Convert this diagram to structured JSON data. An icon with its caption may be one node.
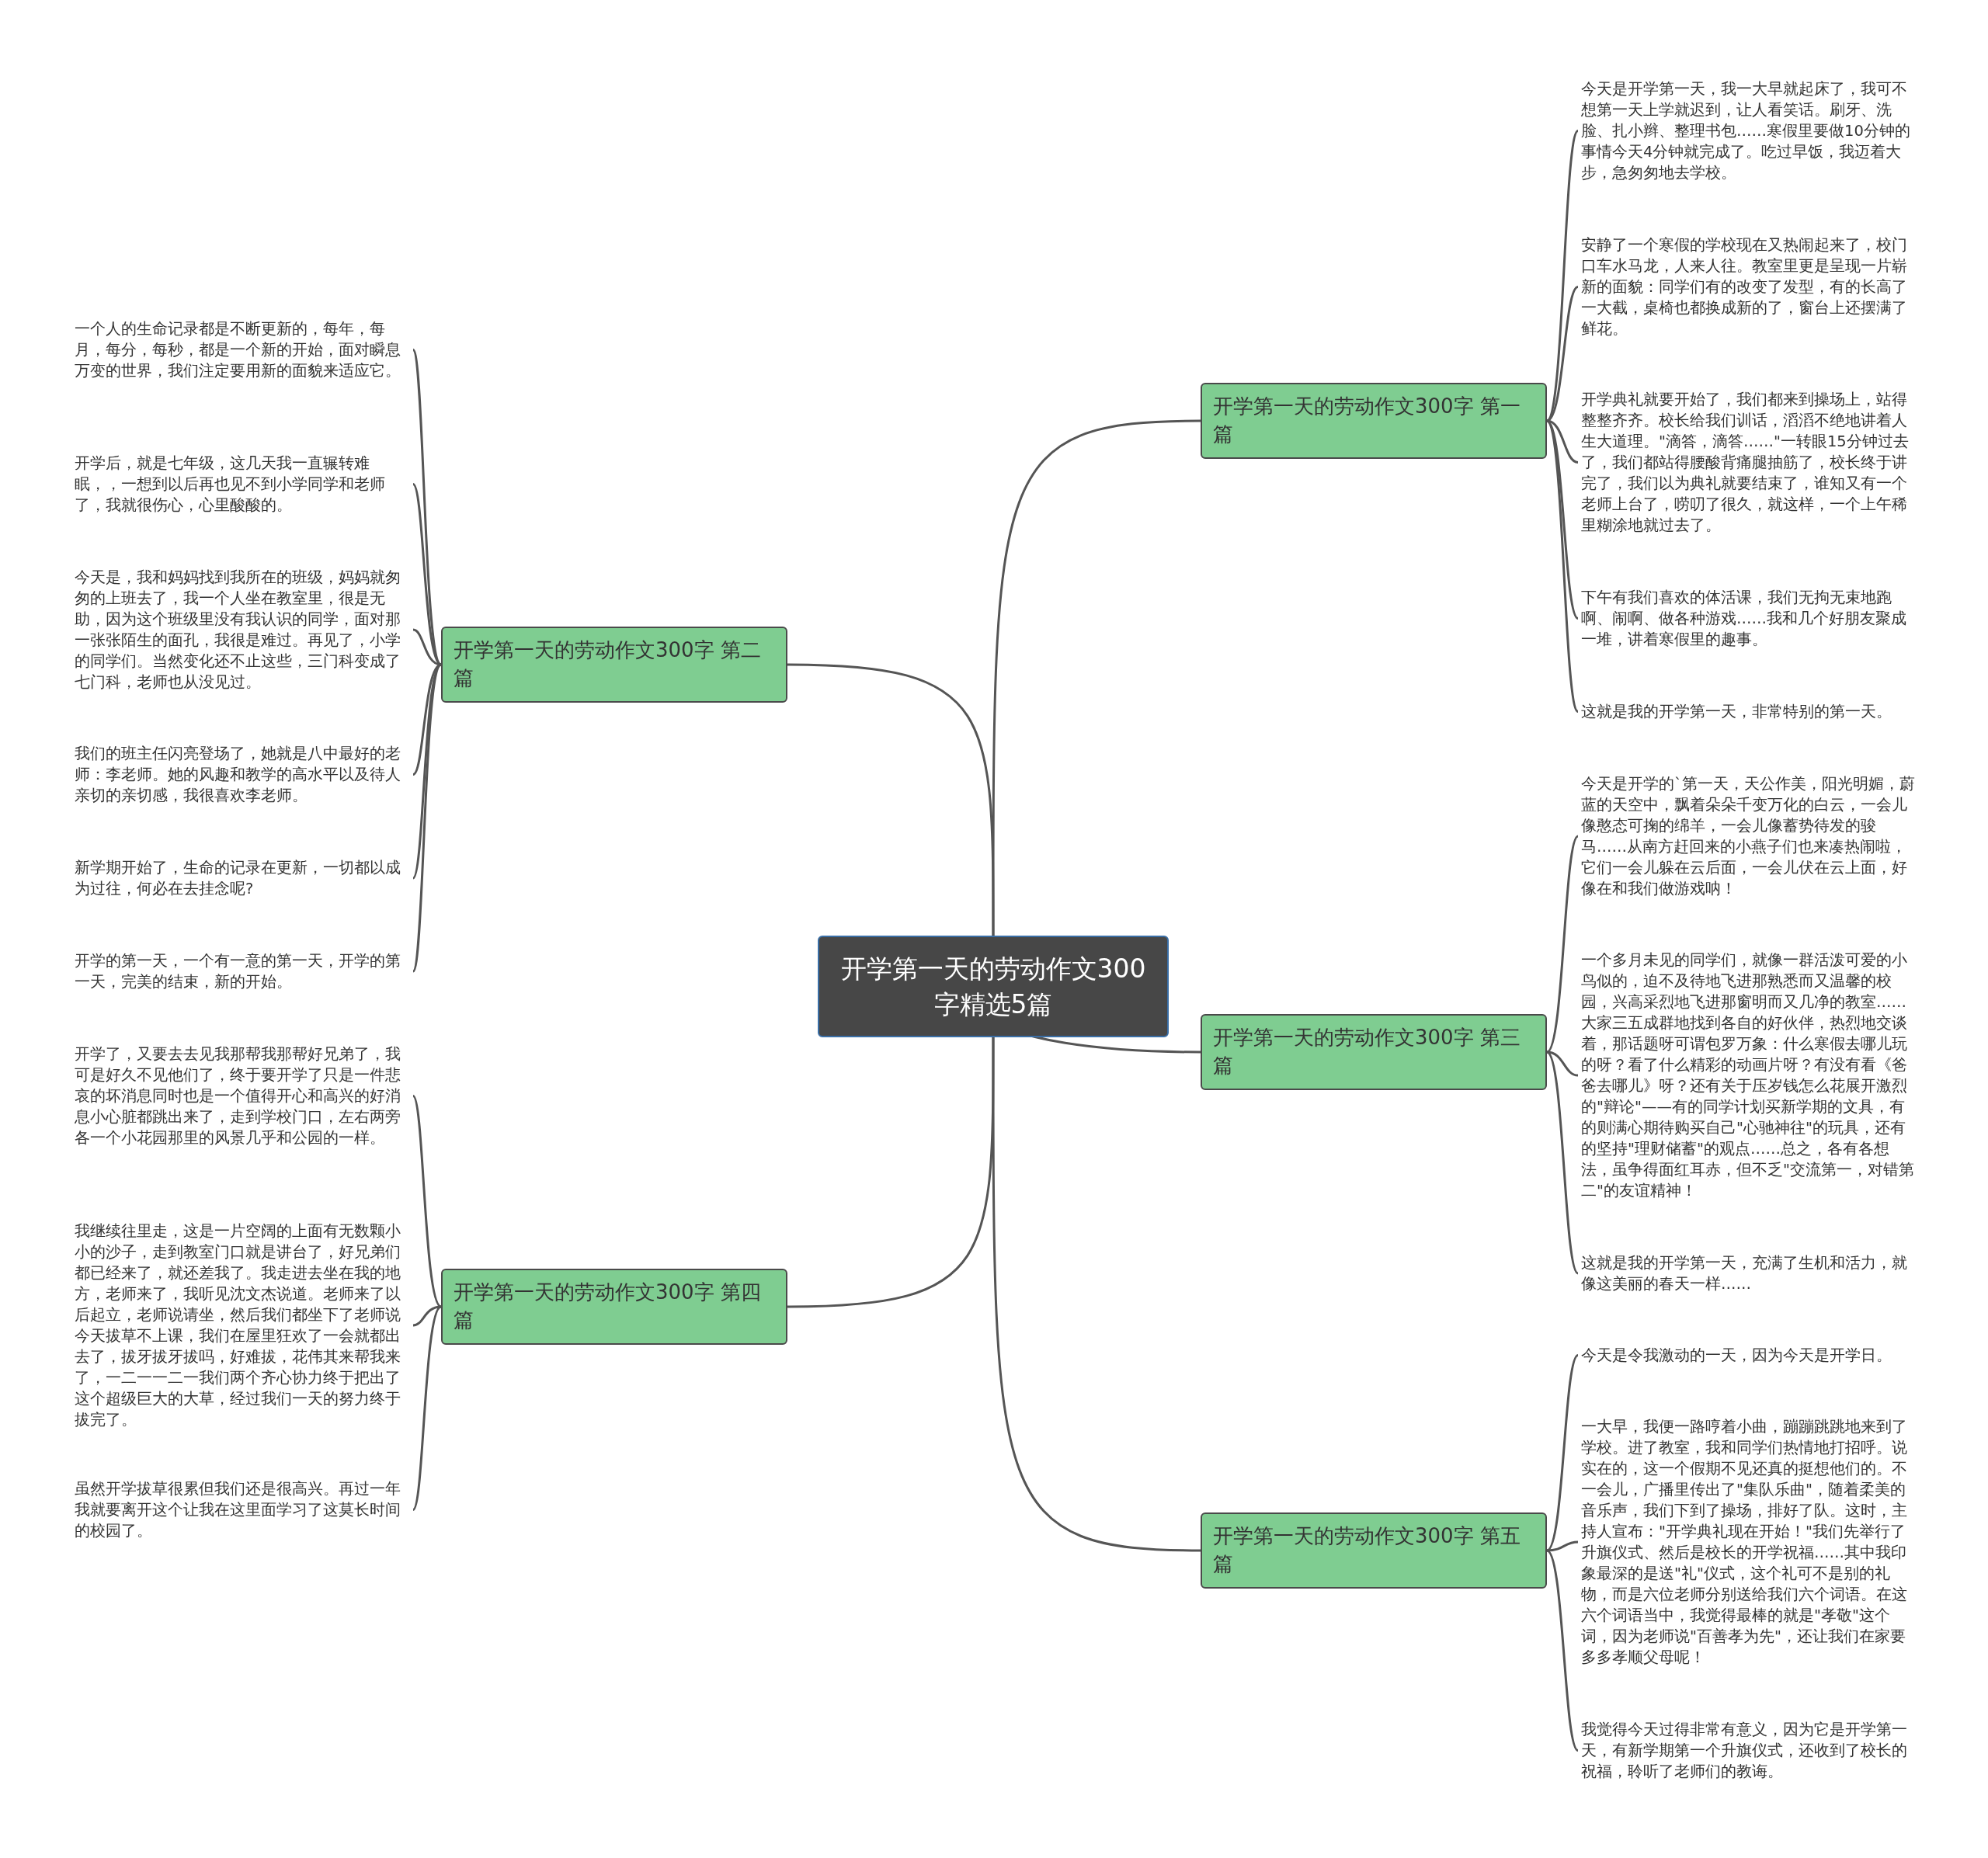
{
  "diagram": {
    "nodes": [
      {
        "text": [
          "开学第一天的劳动作文300字精选5篇"
        ]
      },
      {
        "text": [
          "开学第一天的劳动作文300字 第一篇"
        ]
      },
      {
        "text": [
          "今天是开学第一天，我一大早就起床了，我可不想第一天上学就迟到，让人看笑话。刷牙、洗脸、扎小辫、整理书包……寒假里要做10分钟的事情今天4分钟就完成了。吃过早饭，我迈着大步，急匆匆地去学校。"
        ]
      },
      {
        "text": [
          "安静了一个寒假的学校现在又热闹起来了，校门口车水马龙，人来人往。教室里更是呈现一片崭新的面貌：同学们有的改变了发型，有的长高了一大截，桌椅也都换成新的了，窗台上还摆满了鲜花。"
        ]
      },
      {
        "text": [
          "开学典礼就要开始了，我们都来到操场上，站得整整齐齐。校长给我们训话，滔滔不绝地讲着人生大道理。\"滴答，滴答……\"一转眼15分钟过去了，我们都站得腰酸背痛腿抽筋了，校长终于讲完了，我们以为典礼就要结束了，谁知又有一个老师上台了，唠叨了很久，就这样，一个上午稀里糊涂地就过去了。"
        ]
      },
      {
        "text": [
          "下午有我们喜欢的体活课，我们无拘无束地跑啊、闹啊、做各种游戏……我和几个好朋友聚成一堆，讲着寒假里的趣事。"
        ]
      },
      {
        "text": [
          "这就是我的开学第一天，非常特别的第一天。"
        ]
      },
      {
        "text": [
          "开学第一天的劳动作文300字 第二篇"
        ]
      },
      {
        "text": [
          "一个人的生命记录都是不断更新的，每年，每月，每分，每秒，都是一个新的开始，面对瞬息万变的世界，我们注定要用新的面貌来适应它。"
        ]
      },
      {
        "text": [
          "开学后，就是七年级，这几天我一直辗转难眠，，一想到以后再也见不到小学同学和老师了，我就很伤心，心里酸酸的。"
        ]
      },
      {
        "text": [
          "今天是，我和妈妈找到我所在的班级，妈妈就匆匆的上班去了，我一个人坐在教室里，很是无助，因为这个班级里没有我认识的同学，面对那一张张陌生的面孔，我很是难过。再见了，小学的同学们。当然变化还不止这些，三门科变成了七门科，老师也从没见过。"
        ]
      },
      {
        "text": [
          "我们的班主任闪亮登场了，她就是八中最好的老师：李老师。她的风趣和教学的高水平以及待人亲切的亲切感，我很喜欢李老师。"
        ]
      },
      {
        "text": [
          "新学期开始了，生命的记录在更新，一切都以成为过往，何必在去挂念呢?"
        ]
      },
      {
        "text": [
          "开学的第一天，一个有一意的第一天，开学的第一天，完美的结束，新的开始。"
        ]
      },
      {
        "text": [
          "开学第一天的劳动作文300字 第三篇"
        ]
      },
      {
        "text": [
          "今天是开学的`第一天，天公作美，阳光明媚，蔚蓝的天空中，飘着朵朵千变万化的白云，一会儿像憨态可掬的绵羊，一会儿像蓄势待发的骏马……从南方赶回来的小燕子们也来凑热闹啦，它们一会儿躲在云后面，一会儿伏在云上面，好像在和我们做游戏呐！"
        ]
      },
      {
        "text": [
          "一个多月未见的同学们，就像一群活泼可爱的小鸟似的，迫不及待地飞进那熟悉而又温馨的校园，兴高采烈地飞进那窗明而又几净的教室……大家三五成群地找到各自的好伙伴，热烈地交谈着，那话题呀可谓包罗万象：什么寒假去哪儿玩的呀？看了什么精彩的动画片呀？有没有看《爸爸去哪儿》呀？还有关于压岁钱怎么花展开激烈的\"辩论\"——有的同学计划买新学期的文具，有的则满心期待购买自己\"心驰神往\"的玩具，还有的坚持\"理财储蓄\"的观点……总之，各有各想法，虽争得面红耳赤，但不乏\"交流第一，对错第二\"的友谊精神！"
        ]
      },
      {
        "text": [
          "这就是我的开学第一天，充满了生机和活力，就像这美丽的春天一样……"
        ]
      },
      {
        "text": [
          "开学第一天的劳动作文300字 第四篇"
        ]
      },
      {
        "text": [
          "开学了，又要去去见我那帮我那帮好兄弟了，我可是好久不见他们了，终于要开学了只是一件悲哀的坏消息同时也是一个值得开心和高兴的好消息小心脏都跳出来了，走到学校门口，左右两旁各一个小花园那里的风景几乎和公园的一样。"
        ]
      },
      {
        "text": [
          "我继续往里走，这是一片空阔的上面有无数颗小小的沙子，走到教室门口就是讲台了，好兄弟们都已经来了，就还差我了。我走进去坐在我的地方，老师来了，我听见沈文杰说道。老师来了以后起立，老师说请坐，然后我们都坐下了老师说今天拔草不上课，我们在屋里狂欢了一会就都出去了，拔牙拔牙拔吗，好难拔，花伟其来帮我来了，一二一一二一我们两个齐心协力终于把出了这个超级巨大的大草，经过我们一天的努力终于拔完了。"
        ]
      },
      {
        "text": [
          "虽然开学拔草很累但我们还是很高兴。再过一年我就要离开这个让我在这里面学习了这莫长时间的校园了。"
        ]
      },
      {
        "text": [
          "开学第一天的劳动作文300字 第五篇"
        ]
      },
      {
        "text": [
          "今天是令我激动的一天，因为今天是开学日。"
        ]
      },
      {
        "text": [
          "一大早，我便一路哼着小曲，蹦蹦跳跳地来到了学校。进了教室，我和同学们热情地打招呼。说实在的，这一个假期不见还真的挺想他们的。不一会儿，广播里传出了\"集队乐曲\"，随着柔美的音乐声，我们下到了操场，排好了队。这时，主持人宣布：\"开学典礼现在开始！\"我们先举行了升旗仪式、然后是校长的开学祝福……其中我印象最深的是送\"礼\"仪式，这个礼可不是别的礼物，而是六位老师分别送给我们六个词语。在这六个词语当中，我觉得最棒的就是\"孝敬\"这个词，因为老师说\"百善孝为先\"，还让我们在家要多多孝顺父母呢！"
        ]
      },
      {
        "text": [
          "我觉得今天过得非常有意义，因为它是开学第一天，有新学期第一个升旗仪式，还收到了校长的祝福，聆听了老师们的教诲。"
        ]
      }
    ],
    "edges": [
      {
        "from": 0,
        "to": 1,
        "arrow": "none"
      },
      {
        "from": 1,
        "to": 2,
        "arrow": "none"
      },
      {
        "from": 1,
        "to": 3,
        "arrow": "none"
      },
      {
        "from": 1,
        "to": 4,
        "arrow": "none"
      },
      {
        "from": 1,
        "to": 5,
        "arrow": "none"
      },
      {
        "from": 1,
        "to": 6,
        "arrow": "none"
      },
      {
        "from": 0,
        "to": 7,
        "arrow": "none"
      },
      {
        "from": 7,
        "to": 8,
        "arrow": "none"
      },
      {
        "from": 7,
        "to": 9,
        "arrow": "none"
      },
      {
        "from": 7,
        "to": 10,
        "arrow": "none"
      },
      {
        "from": 7,
        "to": 11,
        "arrow": "none"
      },
      {
        "from": 7,
        "to": 12,
        "arrow": "none"
      },
      {
        "from": 7,
        "to": 13,
        "arrow": "none"
      },
      {
        "from": 0,
        "to": 14,
        "arrow": "none"
      },
      {
        "from": 14,
        "to": 15,
        "arrow": "none"
      },
      {
        "from": 14,
        "to": 16,
        "arrow": "none"
      },
      {
        "from": 14,
        "to": 17,
        "arrow": "none"
      },
      {
        "from": 0,
        "to": 18,
        "arrow": "none"
      },
      {
        "from": 18,
        "to": 19,
        "arrow": "none"
      },
      {
        "from": 18,
        "to": 20,
        "arrow": "none"
      },
      {
        "from": 18,
        "to": 21,
        "arrow": "none"
      },
      {
        "from": 0,
        "to": 22,
        "arrow": "none"
      },
      {
        "from": 22,
        "to": 23,
        "arrow": "none"
      },
      {
        "from": 22,
        "to": 24,
        "arrow": "none"
      },
      {
        "from": 22,
        "to": 25,
        "arrow": "none"
      }
    ]
  }
}
